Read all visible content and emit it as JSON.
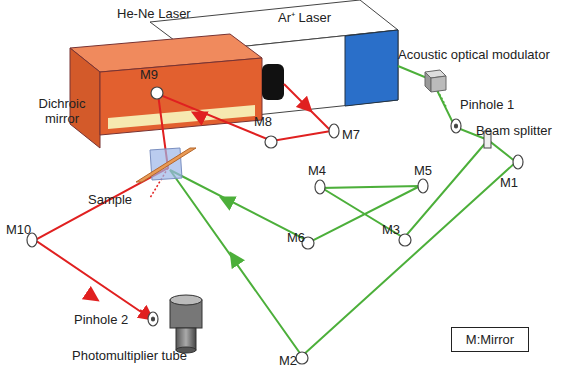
{
  "diagram": {
    "nodes": [
      {
        "text": [
          "He-Ne Laser"
        ]
      },
      {
        "text": [
          "Ar⁺ Laser"
        ]
      },
      {
        "text": [
          "M:Mirror"
        ]
      }
    ],
    "labels": [
      "Acoustic optical modulator",
      "Pinhole 1",
      "Beam splitter",
      "Dichroic mirror",
      "Sample",
      "M1",
      "M2",
      "M3",
      "M4",
      "M5",
      "M6",
      "M7",
      "M8",
      "M9",
      "M10",
      "Pinhole 2",
      "Photomultiplier tube"
    ]
  }
}
